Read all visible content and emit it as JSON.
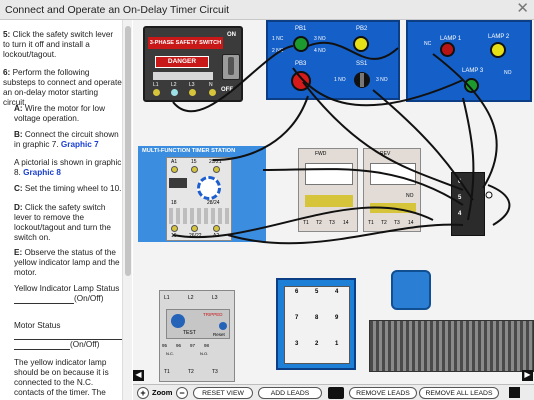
{
  "window": {
    "title": "Connect and Operate an On-Delay Timer Circuit",
    "close_glyph": "✕"
  },
  "instructions": {
    "step5": {
      "num": "5:",
      "text": "Click the safety switch lever to turn it off and install a lockout/tagout."
    },
    "step6": {
      "num": "6:",
      "text": "Perform the following substeps to connect and operate an on-delay motor starting circuit."
    },
    "a": {
      "letter": "A:",
      "text": "Wire the motor for low voltage operation."
    },
    "b": {
      "letter": "B:",
      "text": "Connect the circuit shown in graphic 7.",
      "link": "Graphic 7"
    },
    "pictorial": {
      "text": "A pictorial is shown in graphic 8.",
      "link": "Graphic 8"
    },
    "c": {
      "letter": "C:",
      "text": "Set the timing wheel to 10."
    },
    "d": {
      "letter": "D:",
      "text": "Click the safety switch lever to remove the lockout/tagout and turn the switch on."
    },
    "e": {
      "letter": "E:",
      "text": "Observe the status of the yellow indicator lamp and the motor."
    },
    "lamp_status": {
      "label": "Yellow Indicator Lamp Status",
      "suffix": "(On/Off)"
    },
    "motor_status": {
      "label": "Motor Status",
      "suffix": "(On/Off)"
    },
    "explain": "The yellow indicator lamp should be on because it is connected to the N.C. contacts of the timer. The"
  },
  "safety_switch": {
    "title": "3-PHASE SAFETY SWITCH",
    "danger": "DANGER",
    "on": "ON",
    "off": "OFF",
    "terminals": [
      "L1",
      "L2",
      "L3",
      "N"
    ]
  },
  "pushbuttons": {
    "pb1": "PB1",
    "pb2": "PB2",
    "pb3": "PB3",
    "ss1": "SS1",
    "nc1": "1 NC",
    "no3": "3 NO",
    "nc2": "2 NC",
    "no4": "4 NO",
    "no1": "1 NO",
    "no3b": "3 NO"
  },
  "lamps": {
    "l1": "LAMP 1",
    "l2": "LAMP 2",
    "l3": "LAMP 3",
    "nc": "NC",
    "no": "NO"
  },
  "timer": {
    "title": "MULTI-FUNCTION TIMER STATION",
    "top": [
      "A1",
      "15",
      "25/21"
    ],
    "bottom": [
      "16",
      "26/22",
      "A2"
    ],
    "mid_left": "18",
    "mid_right": "28/24"
  },
  "starters": {
    "fwd": "FWD",
    "rev": "REV",
    "terms1": [
      "T1",
      "T2",
      "T3",
      "14"
    ],
    "terms2": [
      "T1",
      "T2",
      "T3",
      "14"
    ],
    "no": "NO"
  },
  "terminal_block": {
    "top": [
      "6",
      "5",
      "4"
    ]
  },
  "overload": {
    "top": [
      "L1",
      "L2",
      "L3"
    ],
    "tripped": "TRIPPED",
    "test": "TEST",
    "reset": "Reset",
    "aux": [
      "95",
      "96",
      "97",
      "98"
    ],
    "nc": "N.C.",
    "no": "N.O.",
    "bottom": [
      "T1",
      "T2",
      "T3"
    ]
  },
  "motor_box": {
    "numbers": [
      "6",
      "5",
      "4",
      "7",
      "8",
      "9",
      "3",
      "2",
      "1"
    ]
  },
  "toolbar": {
    "zoom": "Zoom",
    "reset_view": "RESET VIEW",
    "add_leads": "ADD LEADS",
    "remove_leads": "REMOVE LEADS",
    "remove_all": "REMOVE ALL LEADS"
  },
  "colors": {
    "panel_blue": "#1560c8",
    "timer_blue": "#3b8de0",
    "motor_box_blue": "#1e7fd6",
    "link": "#1a3fd0"
  }
}
